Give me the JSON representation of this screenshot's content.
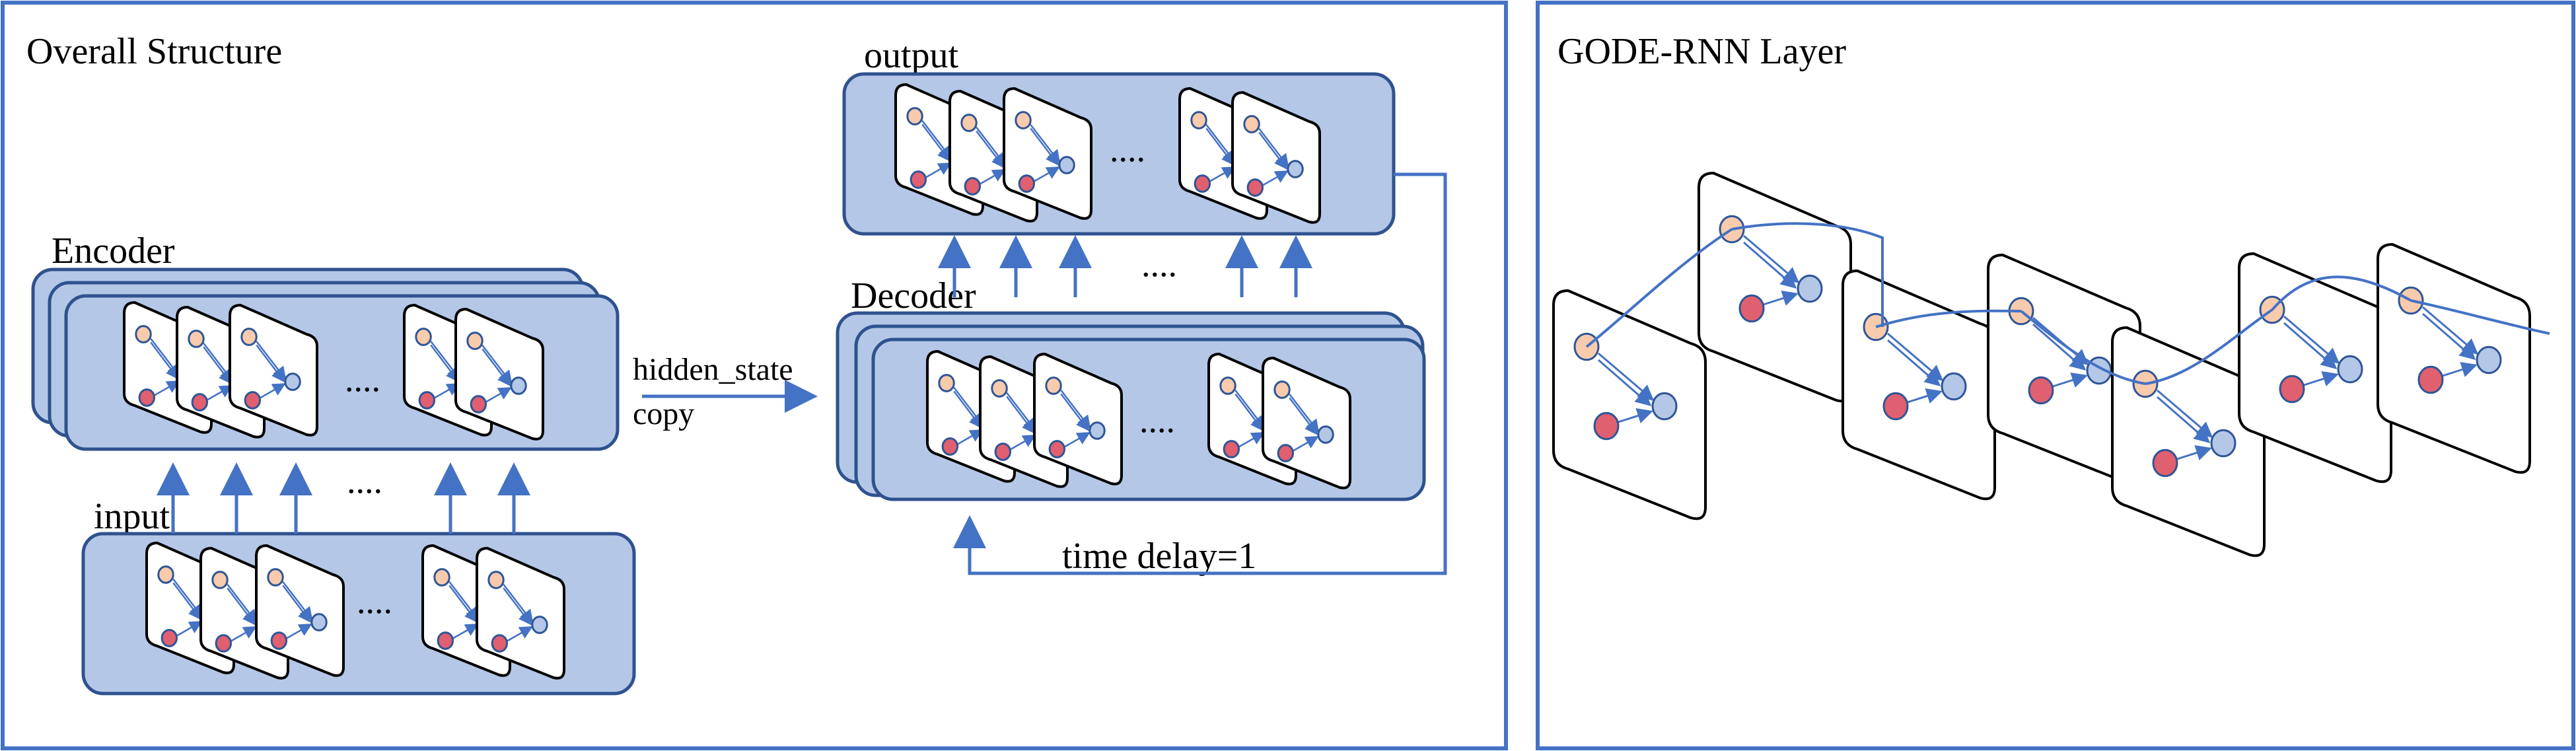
{
  "colors": {
    "panel_border": "#4472c4",
    "block_fill": "#b4c7e7",
    "block_stroke": "#2f528f",
    "arrow": "#4472c4",
    "node_orange": "#f8cbad",
    "node_red": "#e06070",
    "node_blue": "#b4c7e7",
    "node_stroke": "#2f5597"
  },
  "left_panel": {
    "title": "Overall Structure",
    "encoder_label": "Encoder",
    "input_label": "input",
    "output_label": "output",
    "decoder_label": "Decoder",
    "hidden_state_label": "hidden_state",
    "copy_label": "copy",
    "time_delay_label": "time delay=1",
    "ellipsis": "...."
  },
  "right_panel": {
    "title": "GODE-RNN Layer"
  }
}
